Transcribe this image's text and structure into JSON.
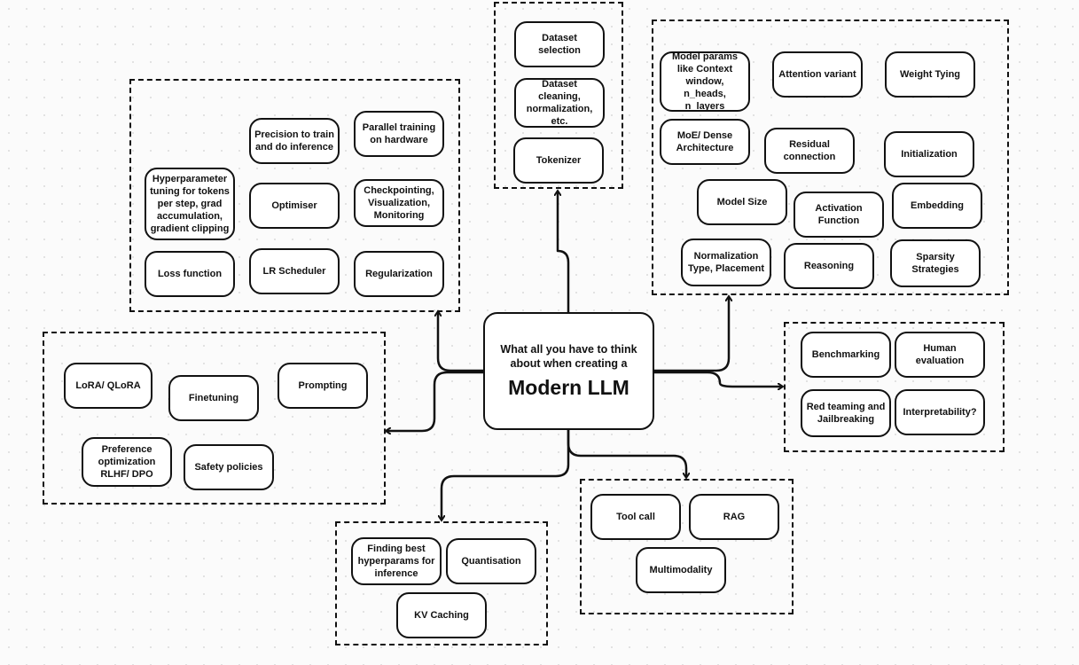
{
  "center": {
    "subtitle": "What all you have to think about when creating a",
    "title": "Modern LLM"
  },
  "groups": {
    "training": {
      "precision": "Precision to train and do inference",
      "parallel": "Parallel training on hardware",
      "hyperparams": "Hyperparameter tuning for tokens per step, grad accumulation, gradient clipping",
      "optimiser": "Optimiser",
      "checkpointing": "Checkpointing, Visualization, Monitoring",
      "loss": "Loss function",
      "lr_scheduler": "LR Scheduler",
      "regularization": "Regularization"
    },
    "data": {
      "dataset_selection": "Dataset selection",
      "dataset_cleaning": "Dataset cleaning, normalization, etc.",
      "tokenizer": "Tokenizer"
    },
    "architecture": {
      "model_params": "Model params like Context window, n_heads, n_layers",
      "attention": "Attention variant",
      "weight_tying": "Weight Tying",
      "moe": "MoE/ Dense Architecture",
      "residual": "Residual connection",
      "initialization": "Initialization",
      "model_size": "Model Size",
      "activation": "Activation Function",
      "embedding": "Embedding",
      "normalization": "Normalization Type, Placement",
      "reasoning": "Reasoning",
      "sparsity": "Sparsity Strategies"
    },
    "posttraining": {
      "lora": "LoRA/ QLoRA",
      "finetuning": "Finetuning",
      "prompting": "Prompting",
      "preference": "Preference optimization RLHF/ DPO",
      "safety": "Safety policies"
    },
    "evaluation": {
      "benchmarking": "Benchmarking",
      "human_eval": "Human evaluation",
      "red_teaming": "Red teaming and Jailbreaking",
      "interpretability": "Interpretability?"
    },
    "inference": {
      "best_hyperparams": "Finding best hyperparams for inference",
      "quantisation": "Quantisation",
      "kv_caching": "KV Caching"
    },
    "applications": {
      "tool_call": "Tool call",
      "rag": "RAG",
      "multimodality": "Multimodality"
    }
  }
}
